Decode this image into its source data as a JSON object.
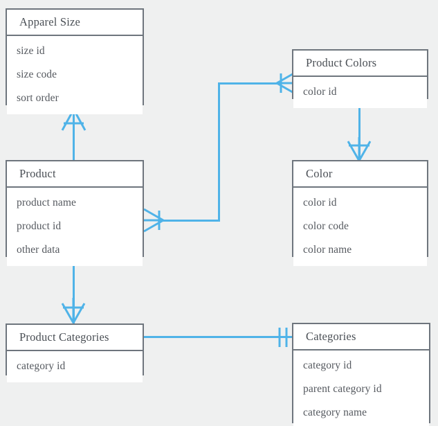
{
  "diagram": {
    "type": "entity-relationship-diagram",
    "notation": "crow's foot",
    "background_color": "#eff0f0",
    "line_color": "#4fb3e8",
    "border_color": "#6e757d",
    "entities": [
      {
        "id": "apparel-size",
        "name": "Apparel Size",
        "attributes": [
          "size id",
          "size code",
          "sort order"
        ]
      },
      {
        "id": "product-colors",
        "name": "Product Colors",
        "attributes": [
          "color id"
        ]
      },
      {
        "id": "product",
        "name": "Product",
        "attributes": [
          "product name",
          "product id",
          "other data"
        ]
      },
      {
        "id": "color",
        "name": "Color",
        "attributes": [
          "color id",
          "color code",
          "color name"
        ]
      },
      {
        "id": "product-categories",
        "name": "Product Categories",
        "attributes": [
          "category id"
        ]
      },
      {
        "id": "categories",
        "name": "Categories",
        "attributes": [
          "category id",
          "parent category id",
          "category name"
        ]
      }
    ],
    "relationships": [
      {
        "id": "rel-product-apparel-size",
        "from": "Product",
        "to": "Apparel Size",
        "from_cardinality": "one",
        "to_cardinality": "many"
      },
      {
        "id": "rel-product-product-colors",
        "from": "Product",
        "to": "Product Colors",
        "from_cardinality": "many",
        "to_cardinality": "many"
      },
      {
        "id": "rel-product-colors-color",
        "from": "Product Colors",
        "to": "Color",
        "from_cardinality": "one",
        "to_cardinality": "many"
      },
      {
        "id": "rel-product-product-categories",
        "from": "Product",
        "to": "Product Categories",
        "from_cardinality": "one",
        "to_cardinality": "many"
      },
      {
        "id": "rel-product-categories-categories",
        "from": "Product Categories",
        "to": "Categories",
        "from_cardinality": "one",
        "to_cardinality": "exactly one"
      }
    ]
  }
}
